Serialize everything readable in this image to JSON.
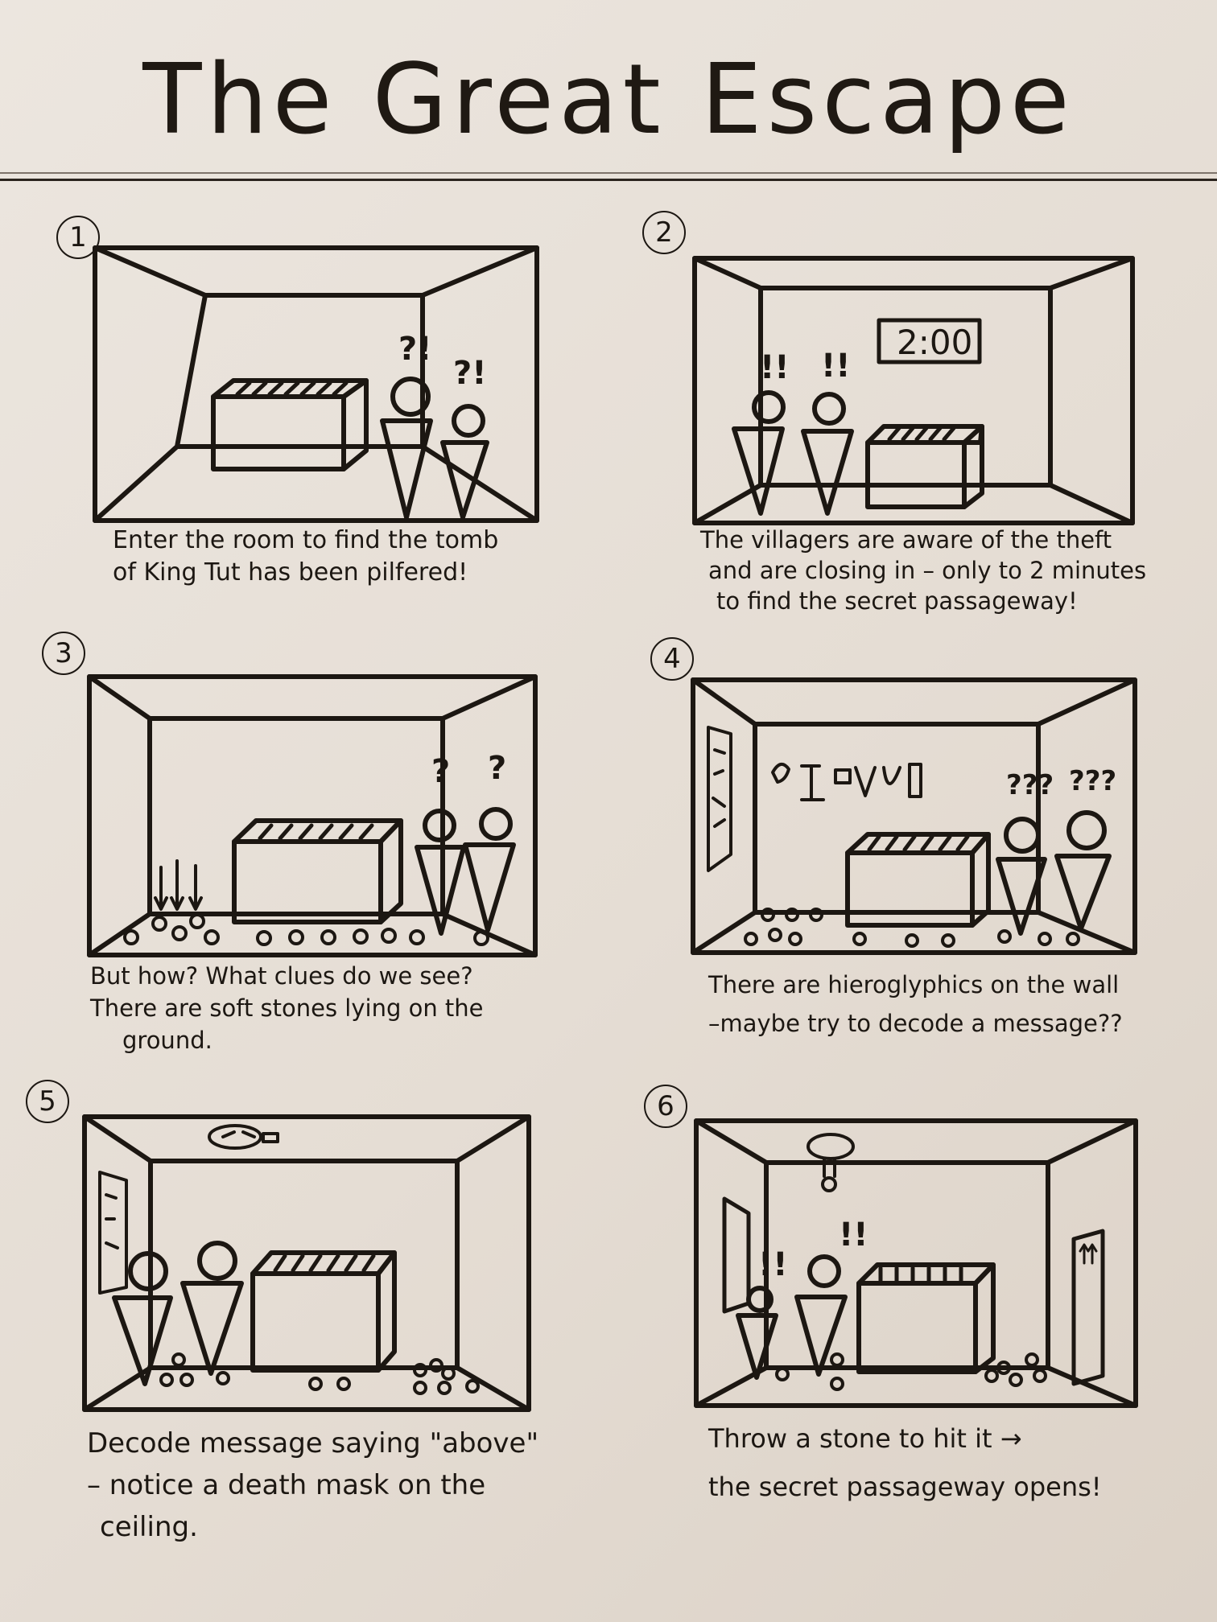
{
  "title": "The Great Escape",
  "panels": [
    {
      "number": "1",
      "caption_lines": [
        "Enter the room to find the tomb",
        "of King Tut has been pilfered!"
      ],
      "marks": [
        "?!",
        "?!"
      ]
    },
    {
      "number": "2",
      "caption_lines": [
        "The villagers are aware of the theft",
        "and are closing in – only to 2 minutes",
        "to find the secret passageway!"
      ],
      "timer": "2:00",
      "marks": [
        "!!",
        "!!"
      ]
    },
    {
      "number": "3",
      "caption_lines": [
        "But how? What clues do we see?",
        "There are soft stones lying on the",
        "ground."
      ],
      "marks": [
        "?",
        "?"
      ]
    },
    {
      "number": "4",
      "caption_lines": [
        "There are hieroglyphics on the wall",
        "–maybe try to decode a message??"
      ],
      "marks": [
        "???",
        "???"
      ]
    },
    {
      "number": "5",
      "caption_lines": [
        "Decode message saying \"above\"",
        "– notice a death mask on the",
        "ceiling."
      ]
    },
    {
      "number": "6",
      "caption_lines": [
        "Throw a stone to hit it →",
        "the secret passageway opens!"
      ],
      "marks": [
        "!!",
        "!!"
      ]
    }
  ]
}
